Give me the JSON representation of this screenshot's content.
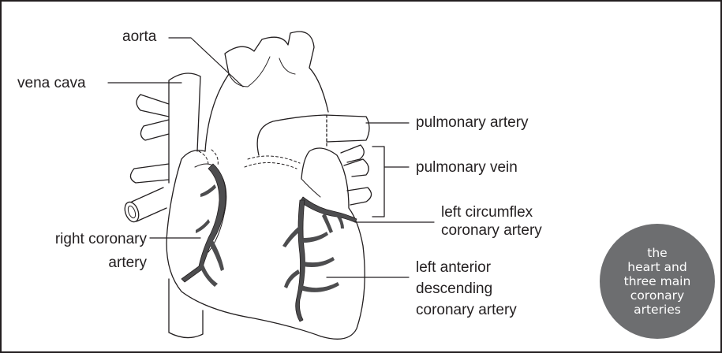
{
  "labels": {
    "aorta": "aorta",
    "vena_cava": "vena cava",
    "pulmonary_artery": "pulmonary artery",
    "pulmonary_vein": "pulmonary vein",
    "left_circumflex": [
      "left circumflex",
      "coronary artery"
    ],
    "right_coronary": [
      "right coronary",
      "artery"
    ],
    "left_anterior": [
      "left anterior",
      "descending",
      "coronary artery"
    ]
  },
  "badge": {
    "lines": [
      "the",
      "heart and",
      "three main",
      "coronary",
      "arteries"
    ]
  },
  "colors": {
    "outline": "#231f20",
    "artery_fill": "#4d4d4f",
    "badge_fill": "#6d6e70",
    "background": "#ffffff"
  }
}
